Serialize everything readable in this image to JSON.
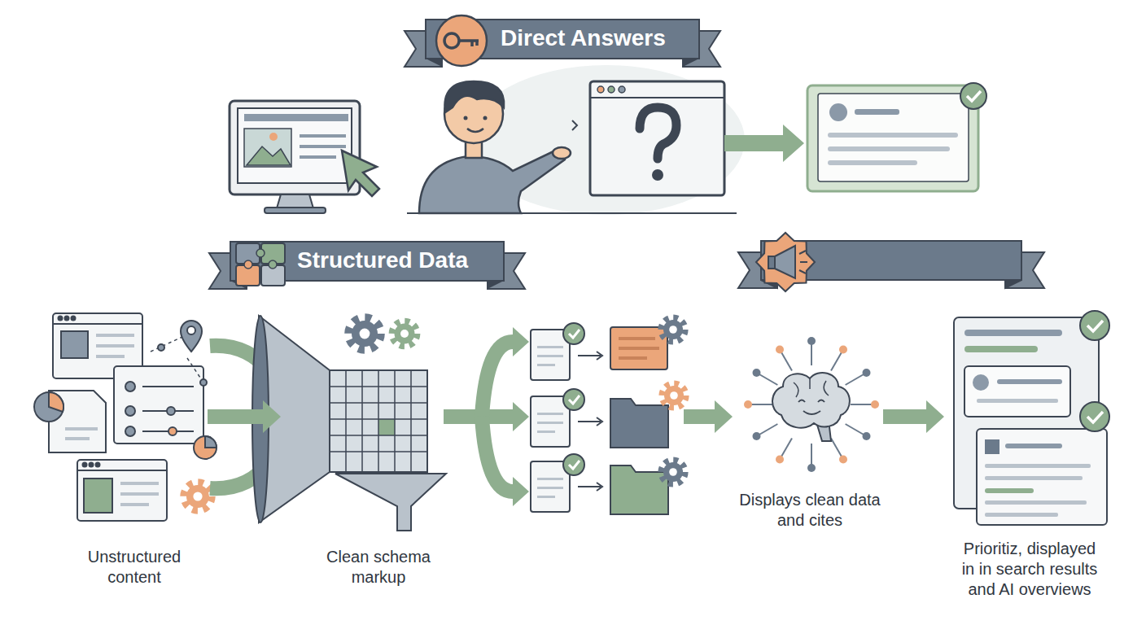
{
  "diagram": {
    "nodes": [
      {
        "text": [
          "Direct Answers"
        ]
      },
      {
        "text": [
          "Structured Data"
        ]
      },
      {
        "text": [
          "Unstructured content"
        ]
      },
      {
        "text": [
          "Clean schema markup"
        ]
      },
      {
        "text": [
          "Displays clean data and cites"
        ]
      },
      {
        "text": [
          "Prioritiz, displayed in in search results and AI overviews"
        ]
      }
    ],
    "edges": [
      {
        "from": 2,
        "to": 3,
        "arrow": "to"
      },
      {
        "from": 4,
        "to": 5,
        "arrow": "to"
      }
    ]
  }
}
